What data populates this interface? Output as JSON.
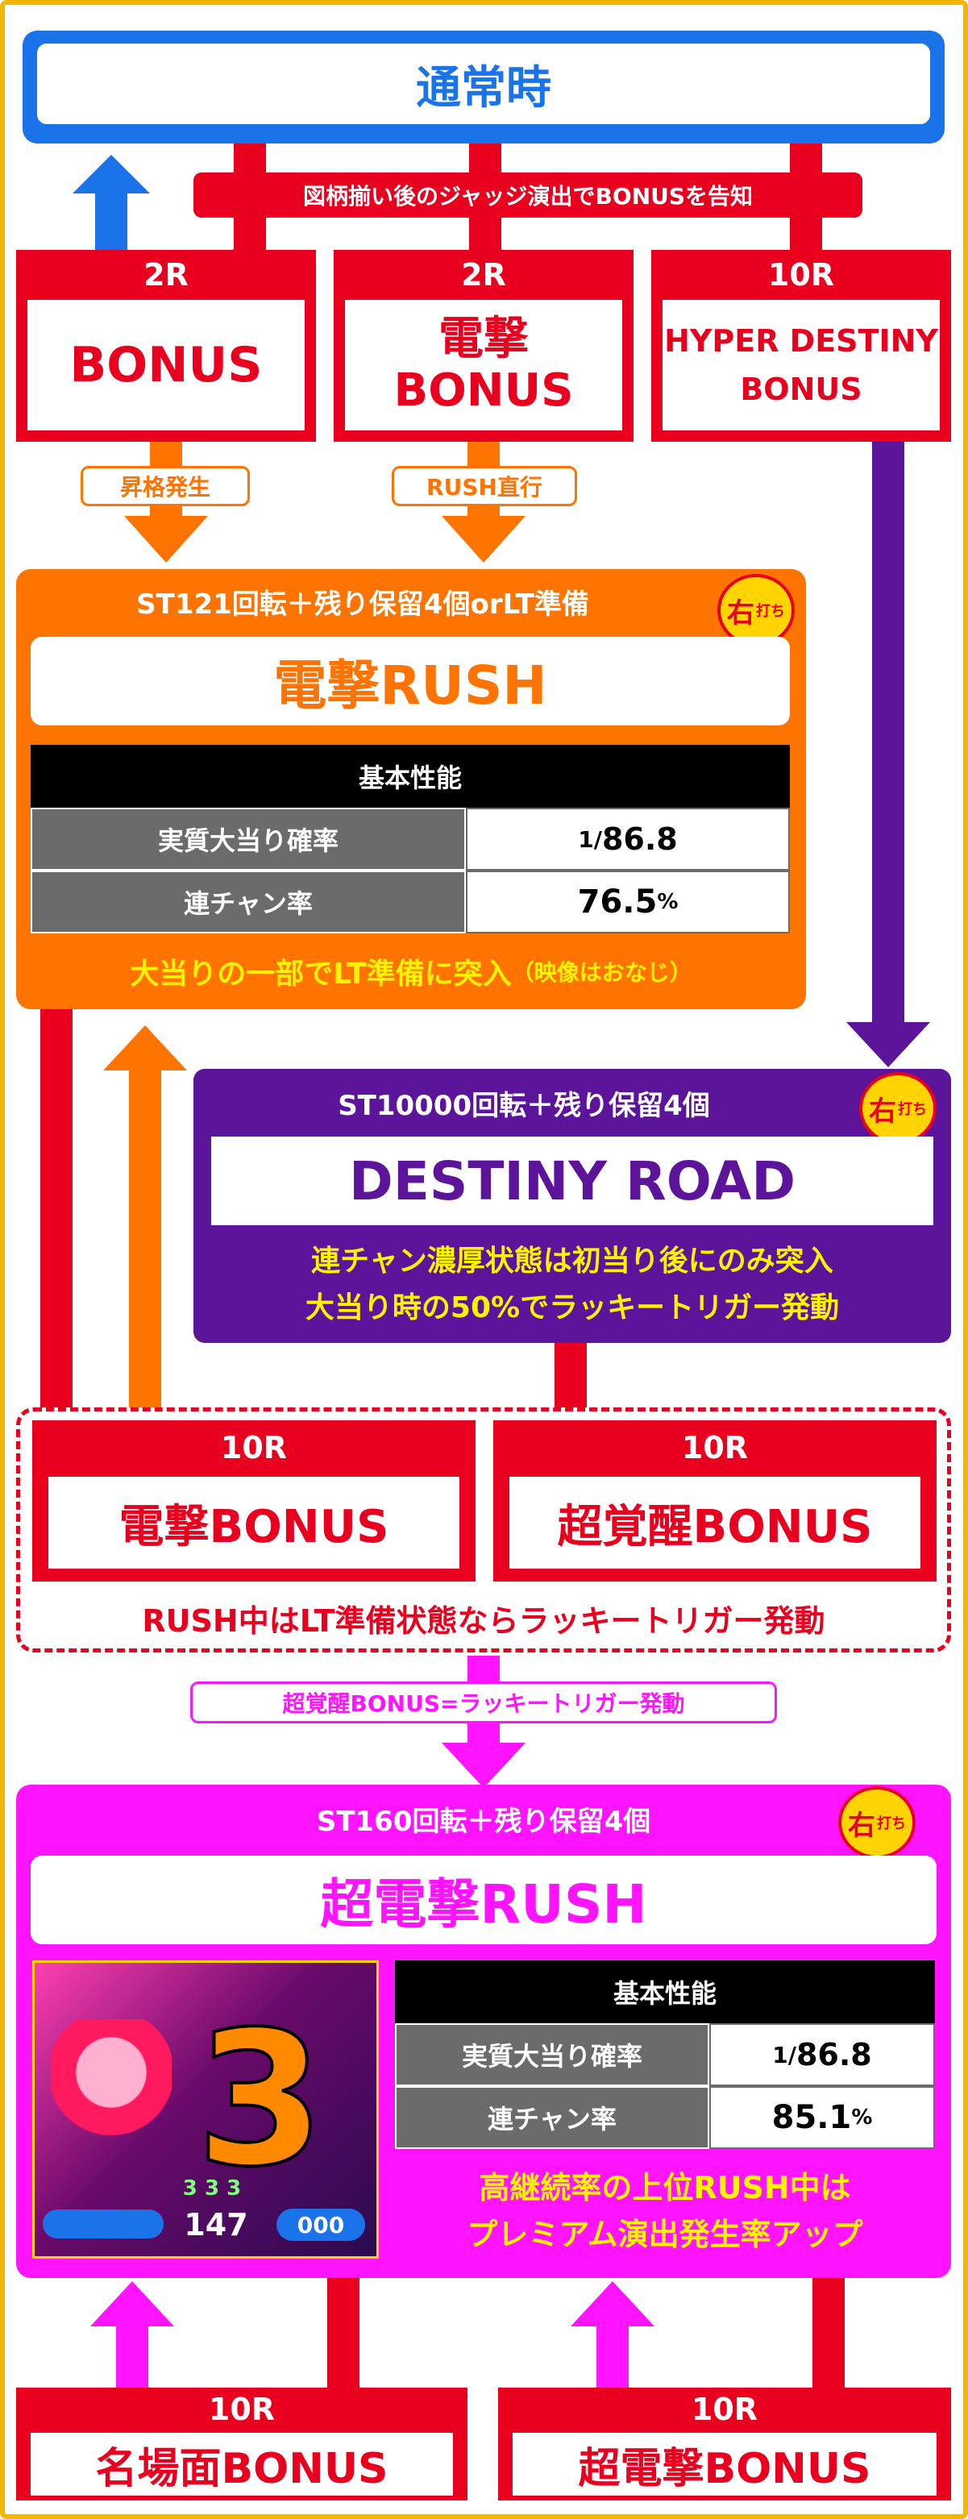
{
  "colors": {
    "normal": "#1a73e8",
    "red": "#e8001e",
    "orange": "#ff7300",
    "purple": "#5b149a",
    "magenta": "#ff14ff",
    "frame": "#f5b400"
  },
  "normal_state": {
    "title": "通常時"
  },
  "judge_note": "図柄揃い後のジャッジ演出でBONUSを告知",
  "top_bonuses": [
    {
      "round": "2R",
      "name": "BONUS"
    },
    {
      "round": "2R",
      "name_line1": "電撃",
      "name_line2": "BONUS"
    },
    {
      "round": "10R",
      "name_line1": "HYPER DESTINY",
      "name_line2": "BONUS"
    }
  ],
  "transitions": {
    "promote": "昇格発生",
    "direct": "RUSH直行"
  },
  "dengeki_rush": {
    "header": "ST121回転＋残り保留4個orLT準備",
    "title": "電撃RUSH",
    "perf_title": "基本性能",
    "rows": [
      {
        "label": "実質大当り確率",
        "value_prefix": "1/",
        "value": "86.8"
      },
      {
        "label": "連チャン率",
        "value": "76.5",
        "unit": "%"
      }
    ],
    "note": "大当りの一部でLT準備に突入",
    "note_small": "（映像はおなじ）",
    "badge_main": "右",
    "badge_sub": "打ち"
  },
  "destiny_road": {
    "header": "ST10000回転＋残り保留4個",
    "title": "DESTINY ROAD",
    "note1": "連チャン濃厚状態は初当り後にのみ突入",
    "note2": "大当り時の50%でラッキートリガー発動",
    "badge_main": "右",
    "badge_sub": "打ち"
  },
  "rush_bonuses": [
    {
      "round": "10R",
      "name": "電撃BONUS"
    },
    {
      "round": "10R",
      "name": "超覚醒BONUS"
    }
  ],
  "rush_bonus_note": "RUSH中はLT準備状態ならラッキートリガー発動",
  "lucky_note": "超覚醒BONUS=ラッキートリガー発動",
  "super_rush": {
    "header": "ST160回転＋残り保留4個",
    "title": "超電撃RUSH",
    "perf_title": "基本性能",
    "rows": [
      {
        "label": "実質大当り確率",
        "value_prefix": "1/",
        "value": "86.8"
      },
      {
        "label": "連チャン率",
        "value": "85.1",
        "unit": "%"
      }
    ],
    "note1": "高継続率の上位RUSH中は",
    "note2": "プレミアム演出発生率アップ",
    "badge_main": "右",
    "badge_sub": "打ち",
    "screen_counter": "147",
    "screen_counter2": "000",
    "screen_digits": "3 3 3"
  },
  "bottom_bonuses": [
    {
      "round": "10R",
      "name": "名場面BONUS"
    },
    {
      "round": "10R",
      "name": "超電撃BONUS"
    }
  ]
}
